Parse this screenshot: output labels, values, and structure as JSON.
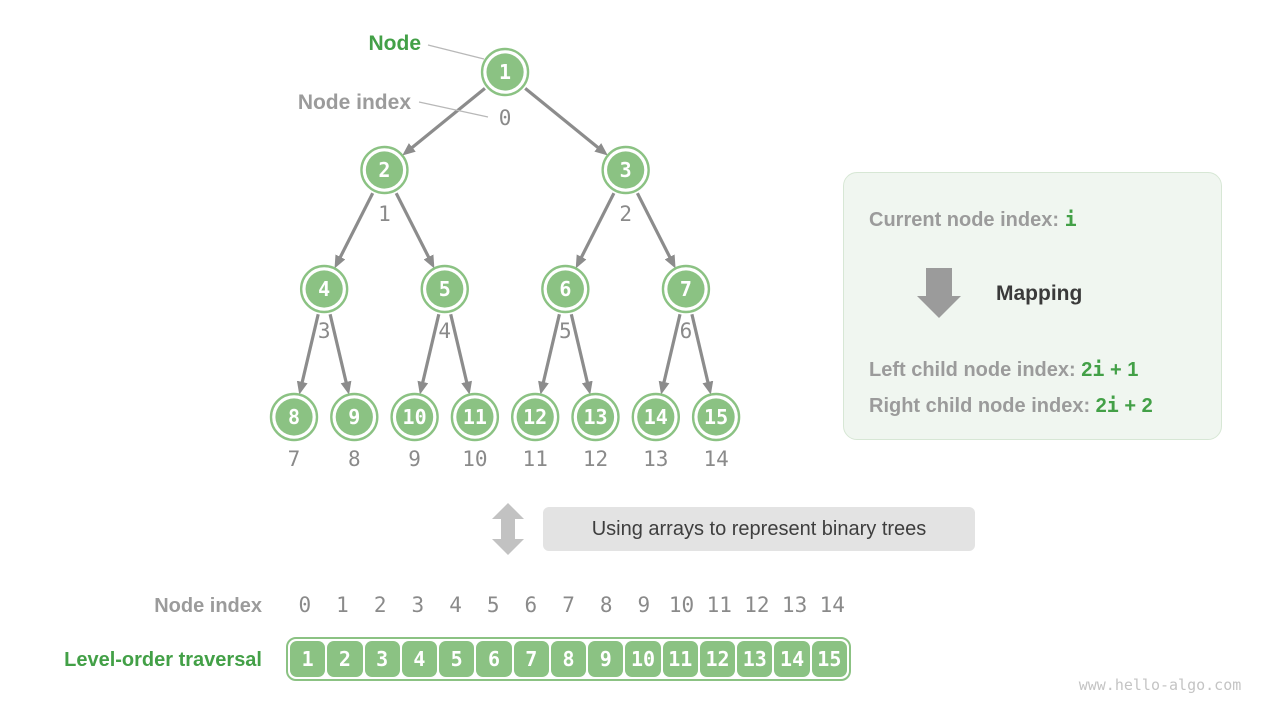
{
  "tree_labels": {
    "node": "Node",
    "node_index": "Node index"
  },
  "tree": {
    "node_values": [
      "1",
      "2",
      "3",
      "4",
      "5",
      "6",
      "7",
      "8",
      "9",
      "10",
      "11",
      "12",
      "13",
      "14",
      "15"
    ],
    "node_indices": [
      "0",
      "1",
      "2",
      "3",
      "4",
      "5",
      "6",
      "7",
      "8",
      "9",
      "10",
      "11",
      "12",
      "13",
      "14"
    ]
  },
  "info_box": {
    "current_label": "Current node index: ",
    "current_value": "i",
    "mapping_label": "Mapping",
    "mapping_arrow_icon": "down-block-arrow",
    "left_label": "Left child node index: ",
    "left_value_pre": "2",
    "left_value_var": "i",
    "left_value_post": " + 1",
    "right_label": "Right child node index: ",
    "right_value_pre": "2",
    "right_value_var": "i",
    "right_value_post": " + 2"
  },
  "caption": "Using arrays to represent binary trees",
  "bottom": {
    "index_label": "Node index",
    "index_values": [
      "0",
      "1",
      "2",
      "3",
      "4",
      "5",
      "6",
      "7",
      "8",
      "9",
      "10",
      "11",
      "12",
      "13",
      "14"
    ],
    "traversal_label": "Level-order traversal",
    "traversal_values": [
      "1",
      "2",
      "3",
      "4",
      "5",
      "6",
      "7",
      "8",
      "9",
      "10",
      "11",
      "12",
      "13",
      "14",
      "15"
    ]
  },
  "watermark": "www.hello-algo.com",
  "colors": {
    "node_green": "#8bc283",
    "green_text": "#43a047",
    "gray_label": "#9b9b9b",
    "edge_gray": "#8c8c8c",
    "info_box_bg": "#f0f6f0",
    "caption_bg": "#e3e3e3"
  }
}
